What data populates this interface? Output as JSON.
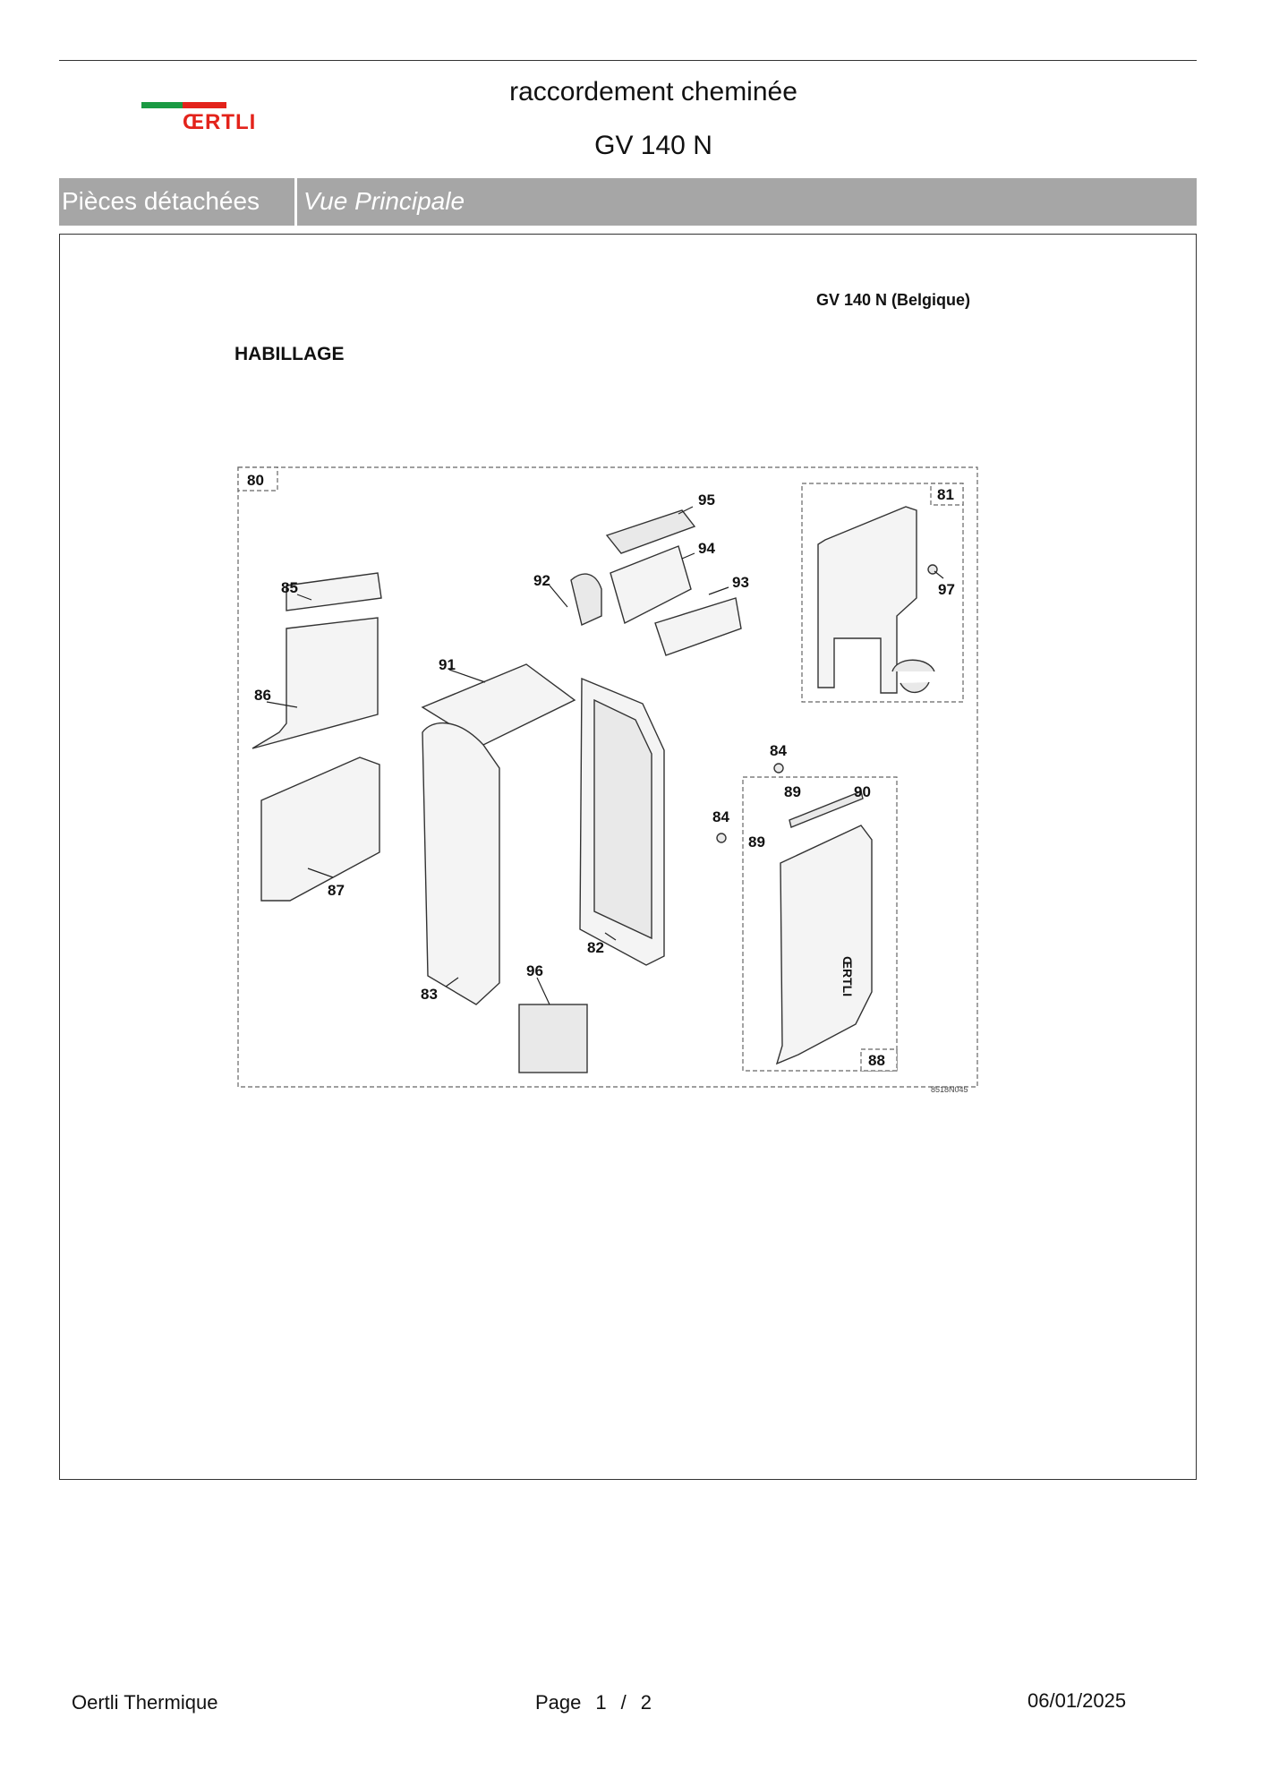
{
  "logo": {
    "text": "ŒRTLI",
    "green": "#1a9a43",
    "red": "#e3231b"
  },
  "header": {
    "title": "raccordement cheminée",
    "subtitle": "GV 140 N",
    "band_left": "Pièces détachées",
    "band_right": "Vue Principale",
    "band_color": "#a6a6a6"
  },
  "drawing": {
    "model_label": "GV 140 N (Belgique)",
    "section_title": "HABILLAGE",
    "ref_code": "8518N045",
    "callouts": [
      "80",
      "81",
      "85",
      "86",
      "87",
      "91",
      "92",
      "95",
      "94",
      "93",
      "97",
      "84",
      "84",
      "89",
      "90",
      "89",
      "82",
      "83",
      "96",
      "88"
    ]
  },
  "footer": {
    "company": "Oertli Thermique",
    "page_label": "Page",
    "page_current": "1",
    "page_sep": "/",
    "page_total": "2",
    "date": "06/01/2025"
  }
}
